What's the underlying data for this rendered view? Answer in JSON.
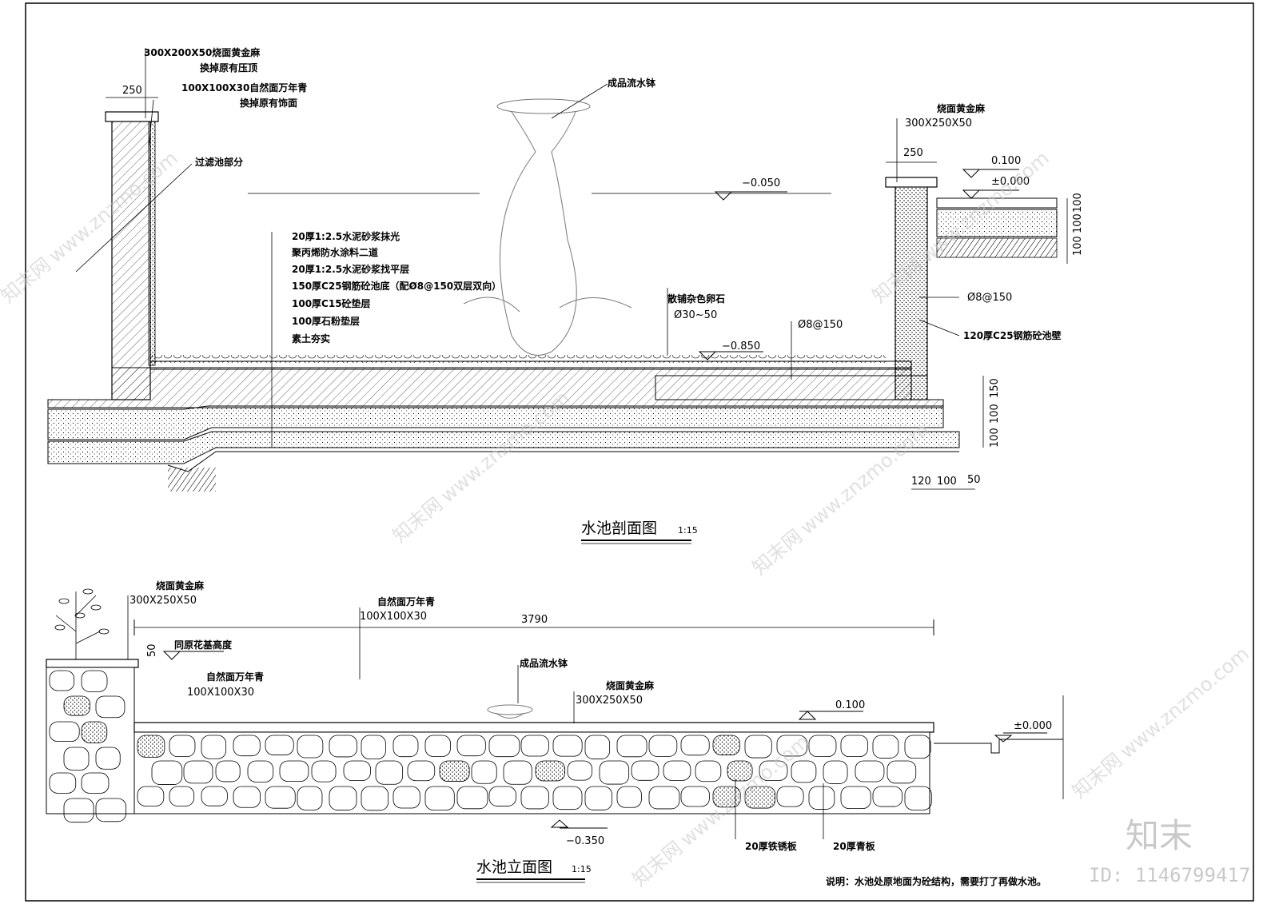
{
  "section": {
    "title": "水池剖面图",
    "scale": "1:15",
    "left_coping_spec": "300X200X50烧面黄金麻",
    "left_coping_note": "换掉原有压顶",
    "left_facing_spec": "100X100X30自然面万年青",
    "left_facing_note": "换掉原有饰面",
    "dim_left_wall": "250",
    "filter_label": "过滤池部分",
    "fountain_label": "成品流水钵",
    "water_level": "−0.050",
    "layers": [
      "20厚1:2.5水泥砂浆抹光",
      "聚丙烯防水涂料二道",
      "20厚1:2.5水泥砂浆找平层",
      "150厚C25钢筋砼池底（配Ø8@150双层双向）",
      "100厚C15砼垫层",
      "100厚石粉垫层",
      "素土夯实"
    ],
    "pebble_label": "散铺杂色卵石",
    "pebble_size": "Ø30~50",
    "bottom_level": "−0.850",
    "rebar_bottom": "Ø8@150",
    "right_coping_spec": "烧面黄金麻",
    "right_coping_size": "300X250X50",
    "dim_right_wall": "250",
    "level_top": "0.100",
    "level_zero": "±0.000",
    "rebar_wall": "Ø8@150",
    "wall_label": "120厚C25钢筋砼池壁",
    "dims_right_vertical_top": [
      "100",
      "100",
      "100"
    ],
    "dims_right_vertical_bottom": [
      "150",
      "100",
      "100"
    ],
    "dims_bottom": [
      "120",
      "100",
      "50"
    ]
  },
  "elevation": {
    "title": "水池立面图",
    "scale": "1:15",
    "left_coping_spec": "烧面黄金麻",
    "left_coping_size": "300X250X50",
    "facing_spec_top": "自然面万年青",
    "facing_size_top": "100X100X30",
    "total_length": "3790",
    "dim_50": "50",
    "planter_note": "同原花基高度",
    "facing_spec_left": "自然面万年青",
    "facing_size_left": "100X100X30",
    "fountain_label": "成品流水钵",
    "coping_spec": "烧面黄金麻",
    "coping_size": "300X250X50",
    "level_top": "0.100",
    "level_zero": "±0.000",
    "level_bottom": "−0.350",
    "panel_rust": "20厚铁锈板",
    "panel_green": "20厚青板"
  },
  "note": "说明：水池处原地面为砼结构，需要打了再做水池。",
  "watermarks": {
    "site_cn": "知末网",
    "site_url": "www.znzmo.com",
    "brand": "知末",
    "id": "ID: 1146799417"
  }
}
